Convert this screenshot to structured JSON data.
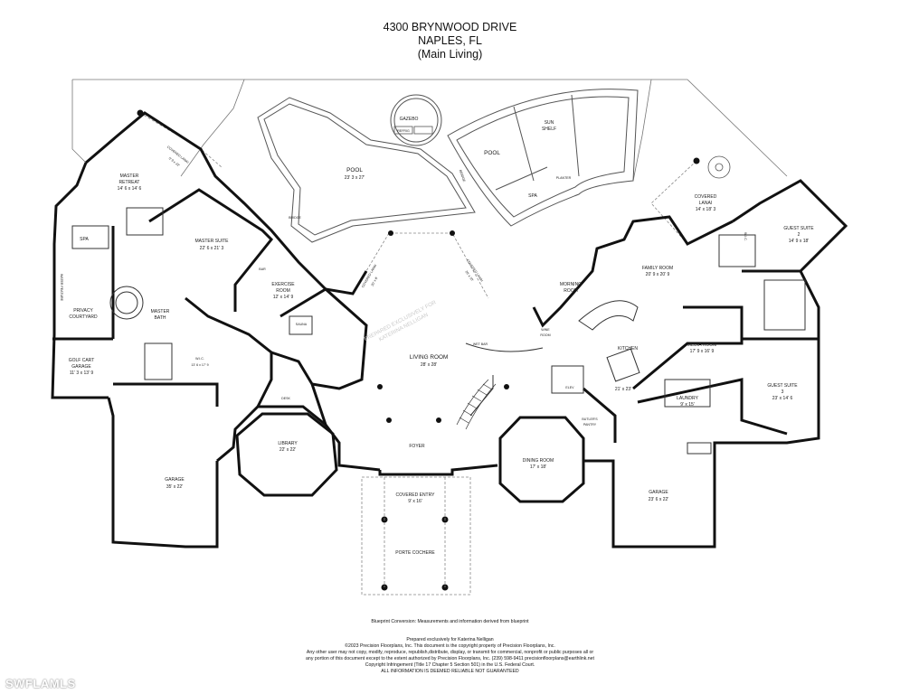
{
  "header": {
    "address": "4300 BRYNWOOD DRIVE",
    "city": "NAPLES, FL",
    "level": "(Main Living)"
  },
  "rooms": {
    "gazebo": "GAZEBO",
    "refrig": "REFRIG",
    "pool_main": "POOL",
    "pool_main_dim": "23' 3 x 27'",
    "pool_small": "POOL",
    "sun_shelf": "SUN",
    "sun_shelf_2": "SHELF",
    "spa_pool": "SPA",
    "planter": "PLANTER",
    "bridge_1": "BRIDGE",
    "bridge_2": "BRIDGE",
    "covered_lanai_nw": "COVERED LANAI",
    "covered_lanai_nw_dim": "5' 9 x 22'",
    "master_retreat": "MASTER",
    "master_retreat_2": "RETREAT",
    "master_retreat_dim": "14' 6 x 14' 6",
    "master_suite": "MASTER SUITE",
    "master_suite_dim": "22' 6 x 21' 3",
    "spa_master": "SPA",
    "water_feature": "WATER FEATURE",
    "privacy_courtyard": "PRIVACY",
    "privacy_courtyard_2": "COURTYARD",
    "master_bath": "MASTER",
    "master_bath_2": "BATH",
    "bar": "BAR",
    "exercise_room": "EXERCISE",
    "exercise_room_2": "ROOM",
    "exercise_room_dim": "12' x 14' 9",
    "sauna": "SAUNA",
    "covered_lanai_w": "COVERED LANAI",
    "covered_lanai_w_dim": "20' x 8'",
    "covered_lanai_e": "COVERED LANAI",
    "covered_lanai_e_dim": "20' x 10'",
    "wic_master": "W.I.C.",
    "wic_master_dim": "13' 6 x 17' 9",
    "golf_cart_garage": "GOLF CART",
    "golf_cart_garage_2": "GARAGE",
    "golf_cart_garage_dim": "11' 3 x 13' 9",
    "living_room": "LIVING ROOM",
    "living_room_dim": "28' x 28'",
    "wet_bar": "WET BAR",
    "wine_room": "WINE",
    "wine_room_2": "ROOM",
    "morning_room": "MORNING",
    "morning_room_2": "ROOM",
    "family_room": "FAMILY ROOM",
    "family_room_dim": "20' 9 x 20' 9",
    "covered_lanai_ne": "COVERED",
    "covered_lanai_ne_2": "LANAI",
    "covered_lanai_ne_dim": "14' x 18' 3",
    "guest_suite_2": "GUEST SUITE",
    "guest_suite_2_2": "2",
    "guest_suite_2_dim": "14' 9 x 18'",
    "wic_guest": "W.I.C.",
    "kitchen": "KITCHEN",
    "kitchen_dim": "21' x 23'",
    "media_room": "MEDIA ROOM",
    "media_room_dim": "17' 9 x 16' 9",
    "guest_suite_3": "GUEST SUITE",
    "guest_suite_3_2": "3",
    "guest_suite_3_dim": "23' x 14' 6",
    "laundry": "LAUNDRY",
    "laundry_dim": "9' x 15'",
    "elev": "ELEV",
    "butlers_pantry": "BUTLER'S",
    "butlers_pantry_2": "PANTRY",
    "desk": "DESK",
    "library": "LIBRARY",
    "library_dim": "22' x 22'",
    "foyer": "FOYER",
    "dining_room": "DINING ROOM",
    "dining_room_dim": "17' x 18'",
    "garage_w": "GARAGE",
    "garage_w_dim": "35' x 22'",
    "garage_e": "GARAGE",
    "garage_e_dim": "23' 6 x 22'",
    "covered_entry": "COVERED ENTRY",
    "covered_entry_dim": "9' x 16'",
    "porte_cochere": "PORTE COCHERE",
    "plan_watermark": "PREPARED EXCLUSIVELY FOR",
    "plan_watermark_2": "KATERINA NELLIGAN"
  },
  "footer": {
    "conversion_note": "Blueprint Conversion: Measurements and information derived from blueprint",
    "prepared_for": "Prepared exclusively for Katerina Nelligan",
    "copyright_1": "©2023 Precision Floorplans, Inc.  This document is the copyright property of Precision Floorplans, Inc.",
    "copyright_2": "Any other user may not copy, modify, reproduce, republish,distribute, display, or transmit for commercial, nonprofit or public purposes all or",
    "copyright_3": "any portion of this document except to the extent authorized by Precision Floorplans, Inc. (239) 598-9411 precisionfloorplans@earthlink.net",
    "copyright_4": "Copyright Infringement (Title 17 Chapter 5 Section 501) in the U.S. Federal Court.",
    "copyright_5": "ALL INFORMATION IS DEEMED RELIABLE NOT GUARANTEED"
  },
  "watermark": "SWFLAMLS"
}
